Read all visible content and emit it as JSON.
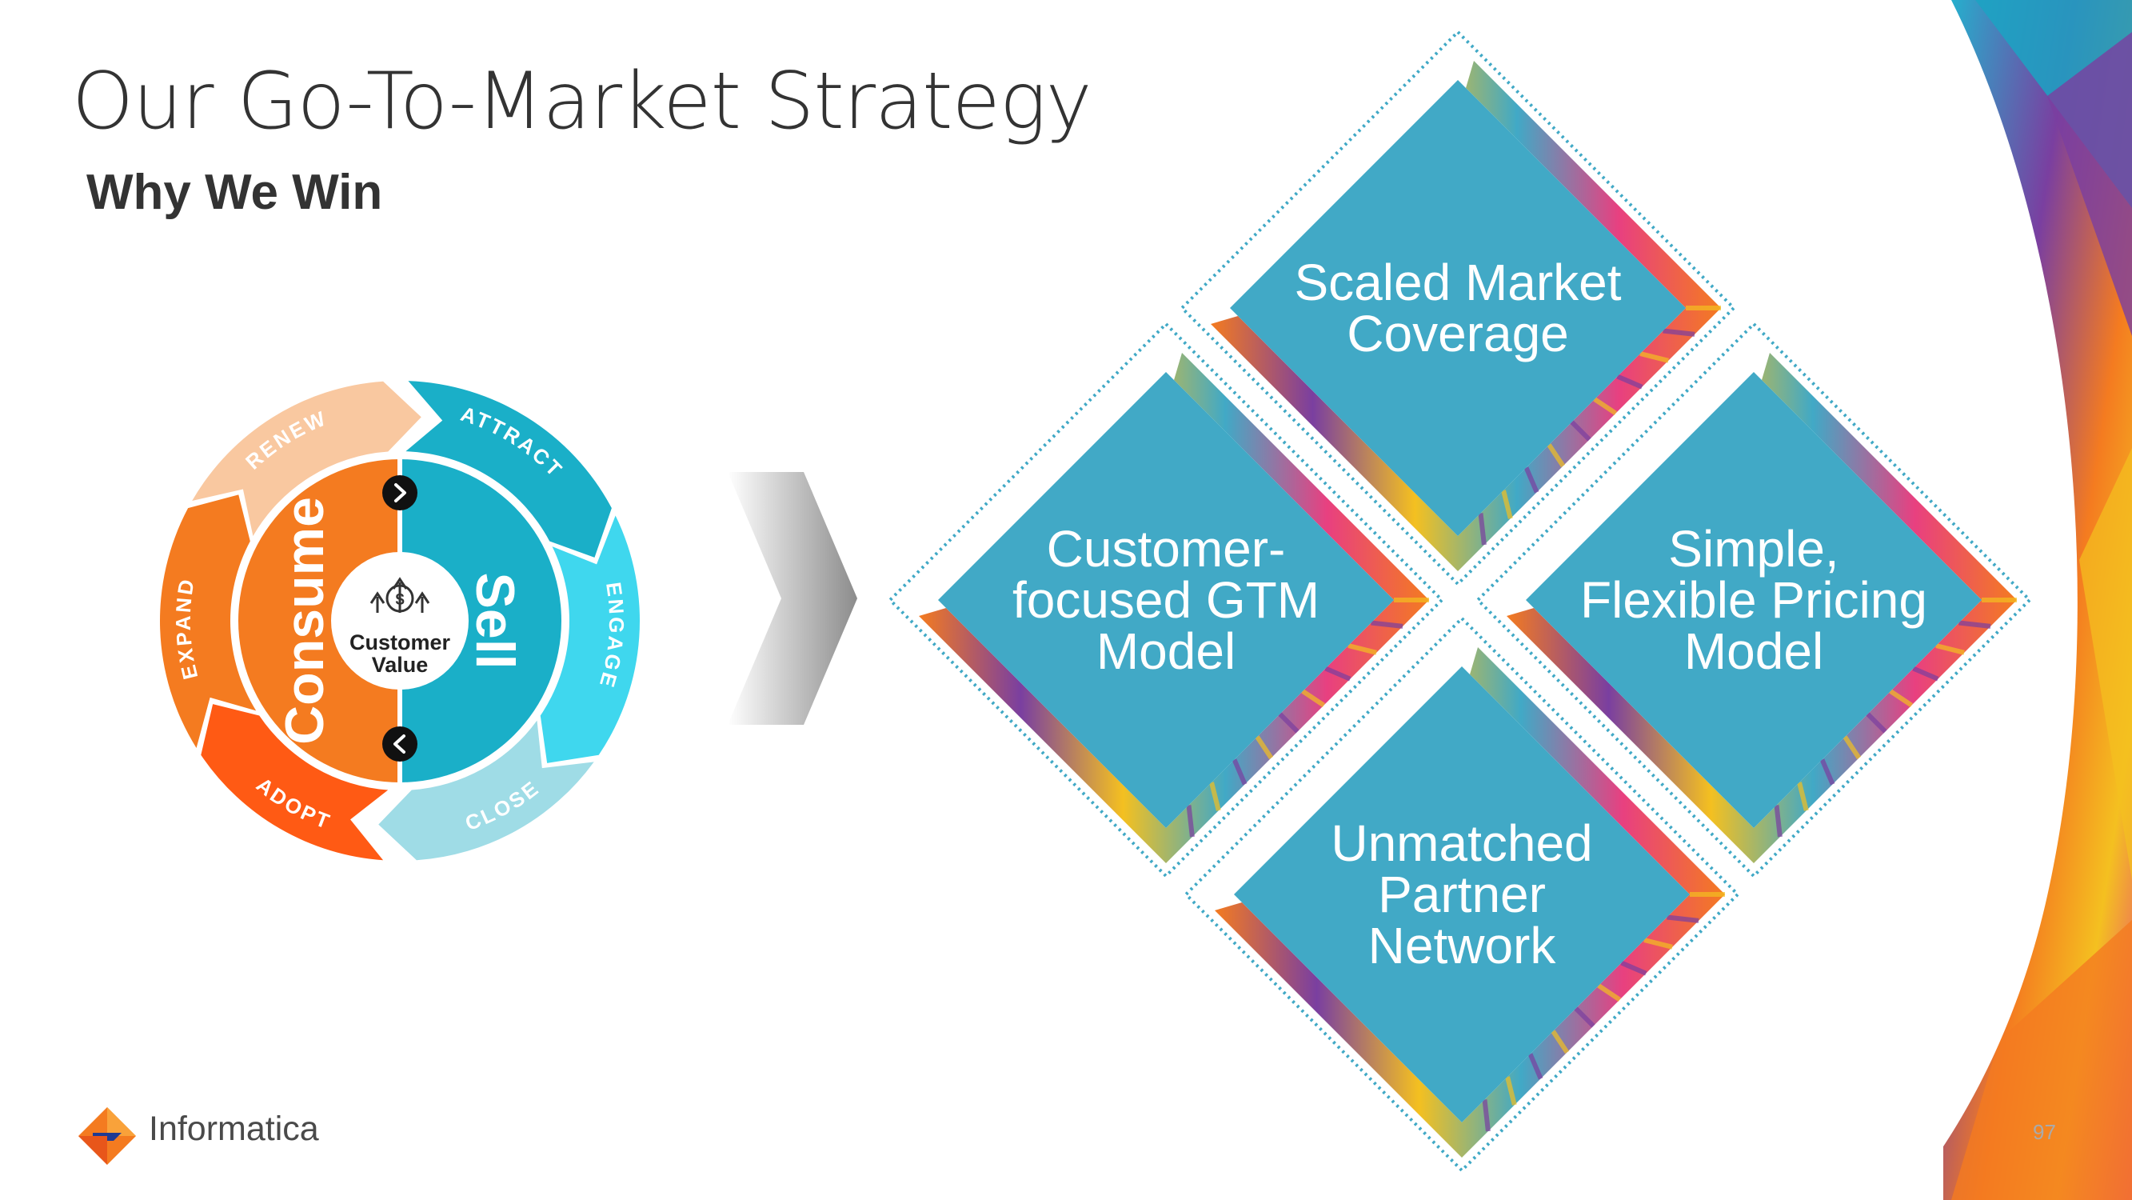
{
  "slide": {
    "title": "Our Go-To-Market Strategy",
    "subtitle": "Why We Win",
    "page_number": "97"
  },
  "brand": {
    "name": "Informatica"
  },
  "cycle": {
    "segments": [
      "ATTRACT",
      "ENGAGE",
      "CLOSE",
      "ADOPT",
      "EXPAND",
      "RENEW"
    ],
    "left_half": "Consume",
    "right_half": "Sell",
    "center_line1": "Customer",
    "center_line2": "Value"
  },
  "pillars": {
    "top": [
      "Scaled Market",
      "Coverage"
    ],
    "left": [
      "Customer-",
      "focused GTM",
      "Model"
    ],
    "right": [
      "Simple,",
      "Flexible Pricing",
      "Model"
    ],
    "bottom": [
      "Unmatched",
      "Partner",
      "Network"
    ]
  },
  "colors": {
    "teal": "#41A9C6",
    "orange": "#F47B20",
    "dark_text": "#333333",
    "accent_cyan": "#3FD7EE"
  }
}
